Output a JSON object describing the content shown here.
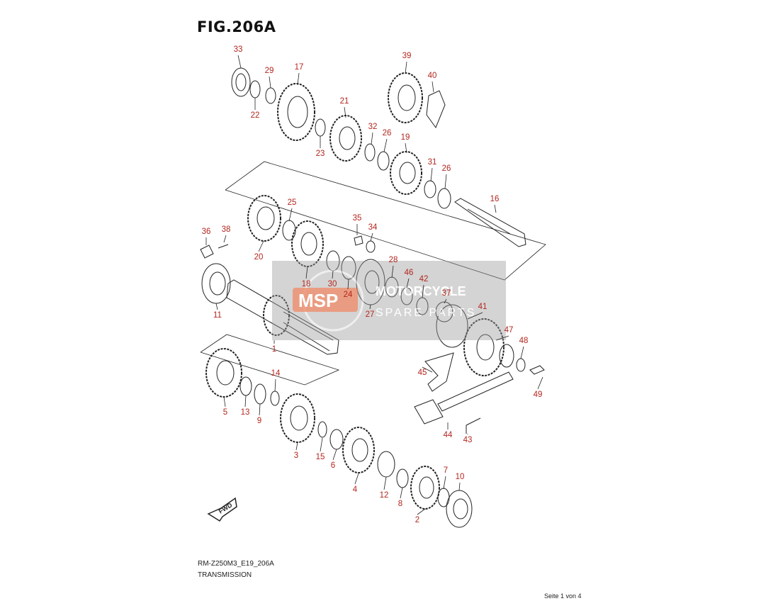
{
  "figure": {
    "title": "FIG.206A",
    "code": "RM-Z250M3_E19_206A",
    "name": "TRANSMISSION",
    "page": "Seite 1 von 4"
  },
  "watermark": {
    "logo": "MSP",
    "line1": "MOTORCYCLE",
    "line2": "SPARE PARTS"
  },
  "fwd_label": "FWD",
  "colors": {
    "label": "#b3261e",
    "line": "#222222",
    "watermark_bg": "#9a9a9a",
    "watermark_logo": "#e8744c"
  },
  "part_numbers": [
    "33",
    "29",
    "22",
    "17",
    "39",
    "40",
    "21",
    "23",
    "32",
    "26",
    "19",
    "31",
    "26",
    "16",
    "25",
    "20",
    "36",
    "38",
    "35",
    "34",
    "18",
    "30",
    "24",
    "28",
    "27",
    "46",
    "42",
    "37",
    "41",
    "11",
    "1",
    "47",
    "48",
    "45",
    "49",
    "14",
    "5",
    "13",
    "9",
    "3",
    "15",
    "6",
    "44",
    "43",
    "4",
    "12",
    "8",
    "7",
    "10",
    "2"
  ]
}
